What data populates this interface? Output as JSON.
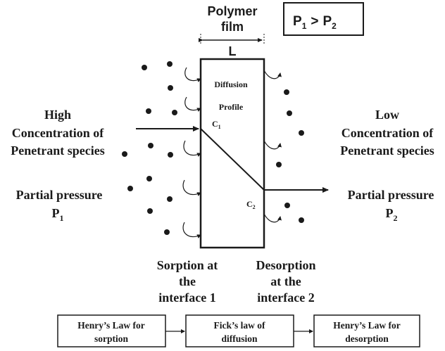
{
  "ratio_box": {
    "p1": "P",
    "p1_sub": "1",
    "op": ">",
    "p2": "P",
    "p2_sub": "2"
  },
  "film": {
    "title_line1": "Polymer",
    "title_line2": "film",
    "thickness": "L"
  },
  "profile": {
    "line1": "Diffusion",
    "line2": "Profile",
    "c1": "C",
    "c1_sub": "1",
    "c2": "C",
    "c2_sub": "2"
  },
  "left": {
    "line1": "High",
    "line2": "Concentration of",
    "line3": "Penetrant species",
    "pressure_label": "Partial pressure",
    "pressure_symbol": "P",
    "pressure_sub": "1"
  },
  "right": {
    "line1": "Low",
    "line2": "Concentration of",
    "line3": "Penetrant species",
    "pressure_label": "Partial pressure",
    "pressure_symbol": "P",
    "pressure_sub": "2"
  },
  "sorption": {
    "line1": "Sorption at",
    "line2": "the",
    "line3": "interface 1"
  },
  "desorption": {
    "line1": "Desorption",
    "line2": "at the",
    "line3": "interface 2"
  },
  "flow": [
    {
      "line1": "Henry’s Law for",
      "line2": "sorption"
    },
    {
      "line1": "Fick’s law of",
      "line2": "diffusion"
    },
    {
      "line1": "Henry’s Law for",
      "line2": "desorption"
    }
  ]
}
